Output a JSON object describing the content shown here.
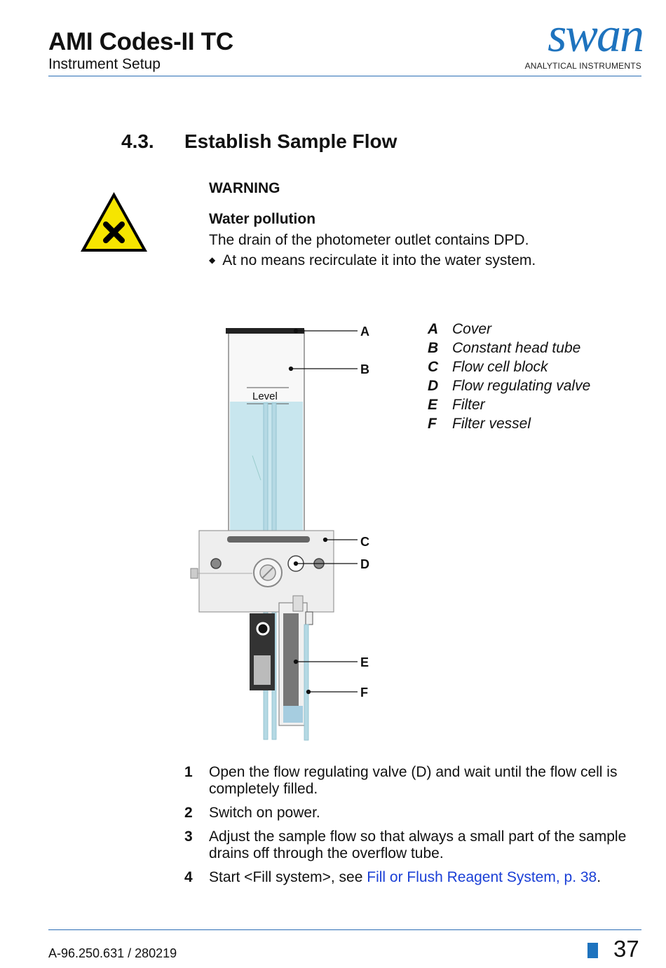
{
  "header": {
    "title": "AMI Codes-II TC",
    "subtitle": "Instrument Setup",
    "logo_word": "swan",
    "logo_sub": "ANALYTICAL INSTRUMENTS"
  },
  "section": {
    "number": "4.3.",
    "title": "Establish Sample Flow"
  },
  "warning": {
    "heading": "WARNING",
    "subheading": "Water pollution",
    "text": "The drain of the photometer outlet contains DPD.",
    "bullet": "At no means recirculate it into the water system.",
    "icon": "harmful-x-warning-icon"
  },
  "diagram": {
    "level_label": "Level",
    "callouts": [
      "A",
      "B",
      "C",
      "D",
      "E",
      "F"
    ]
  },
  "legend": [
    {
      "key": "A",
      "label": "Cover"
    },
    {
      "key": "B",
      "label": "Constant head tube"
    },
    {
      "key": "C",
      "label": "Flow cell block"
    },
    {
      "key": "D",
      "label": "Flow regulating valve"
    },
    {
      "key": "E",
      "label": "Filter"
    },
    {
      "key": "F",
      "label": "Filter vessel"
    }
  ],
  "steps": [
    {
      "num": "1",
      "text": "Open the flow regulating valve (D) and wait until the flow cell is completely filled."
    },
    {
      "num": "2",
      "text": "Switch on power."
    },
    {
      "num": "3",
      "text": "Adjust the sample flow so that always a small part of the sample drains off through the overflow tube."
    },
    {
      "num": "4",
      "text": "Start <Fill system>, see ",
      "link": "Fill or Flush Reagent System, p. 38",
      "tail": "."
    }
  ],
  "footer": {
    "reference": "A-96.250.631 / 280219",
    "page": "37"
  },
  "colors": {
    "accent": "#1e73be",
    "link": "#1a3fd6",
    "water": "#c8e6ee"
  }
}
